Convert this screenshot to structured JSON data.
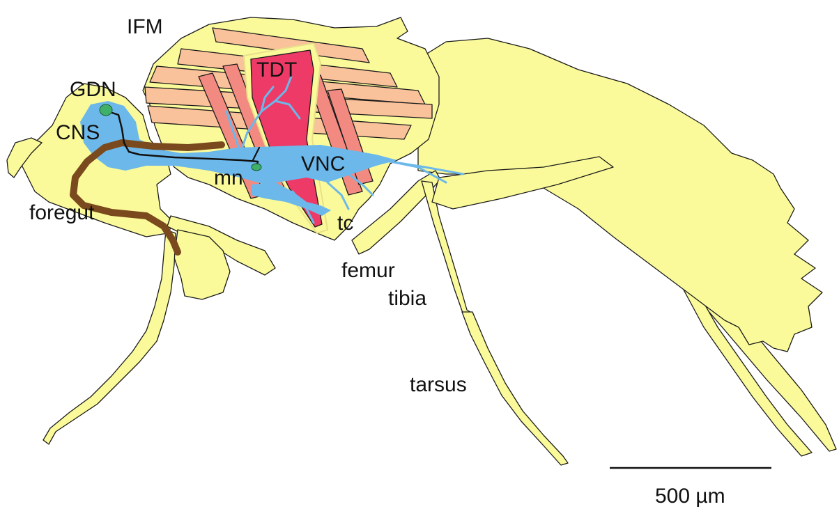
{
  "figure": {
    "labels": {
      "ifm": "IFM",
      "tdt": "TDT",
      "gdn": "GDN",
      "cns": "CNS",
      "vnc": "VNC",
      "mn": "mn",
      "foregut": "foregut",
      "tc": "tc",
      "femur": "femur",
      "tibia": "tibia",
      "tarsus": "tarsus"
    },
    "scale_bar": {
      "label": "500 µm"
    }
  },
  "colors": {
    "body": "#fafa9a",
    "ifm": "#f9c29a",
    "dvm": "#f28a82",
    "tdt": "#ee3a66",
    "nervous_system": "#6db8ea",
    "foregut": "#7a4a1e",
    "neuron": "#111111",
    "soma": "#3fb06a"
  }
}
